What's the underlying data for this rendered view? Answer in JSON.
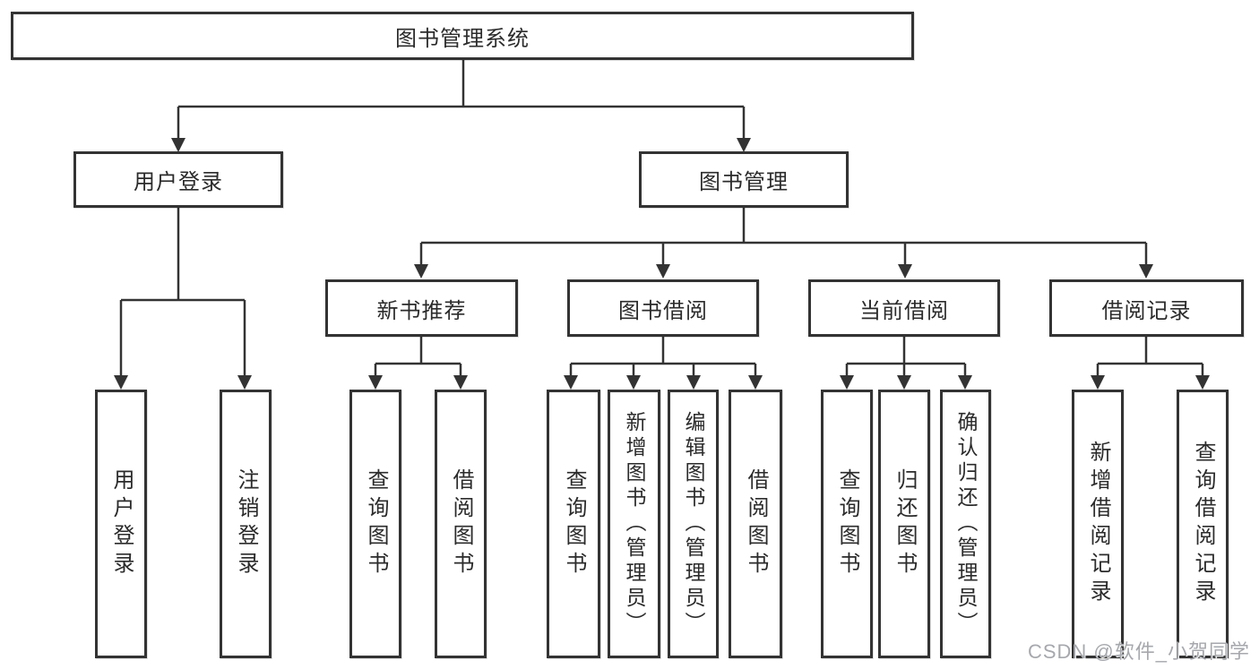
{
  "tree": {
    "label": "图书管理系统",
    "children": [
      {
        "label": "用户登录",
        "children": [
          {
            "label": "用户登录"
          },
          {
            "label": "注销登录"
          }
        ]
      },
      {
        "label": "图书管理",
        "children": [
          {
            "label": "新书推荐",
            "children": [
              {
                "label": "查询图书"
              },
              {
                "label": "借阅图书"
              }
            ]
          },
          {
            "label": "图书借阅",
            "children": [
              {
                "label": "查询图书"
              },
              {
                "label": "新增图书（管理员）"
              },
              {
                "label": "编辑图书（管理员）"
              },
              {
                "label": "借阅图书"
              }
            ]
          },
          {
            "label": "当前借阅",
            "children": [
              {
                "label": "查询图书"
              },
              {
                "label": "归还图书"
              },
              {
                "label": "确认归还（管理员）"
              }
            ]
          },
          {
            "label": "借阅记录",
            "children": [
              {
                "label": "新增借阅记录"
              },
              {
                "label": "查询借阅记录"
              }
            ]
          }
        ]
      }
    ]
  },
  "watermark": {
    "text": "CSDN @软件_小贺同学"
  },
  "colors": {
    "line": "#333333",
    "box_border": "#333333",
    "text": "#2b2b2b",
    "watermark": "#a6a8ad",
    "background": "#ffffff"
  }
}
